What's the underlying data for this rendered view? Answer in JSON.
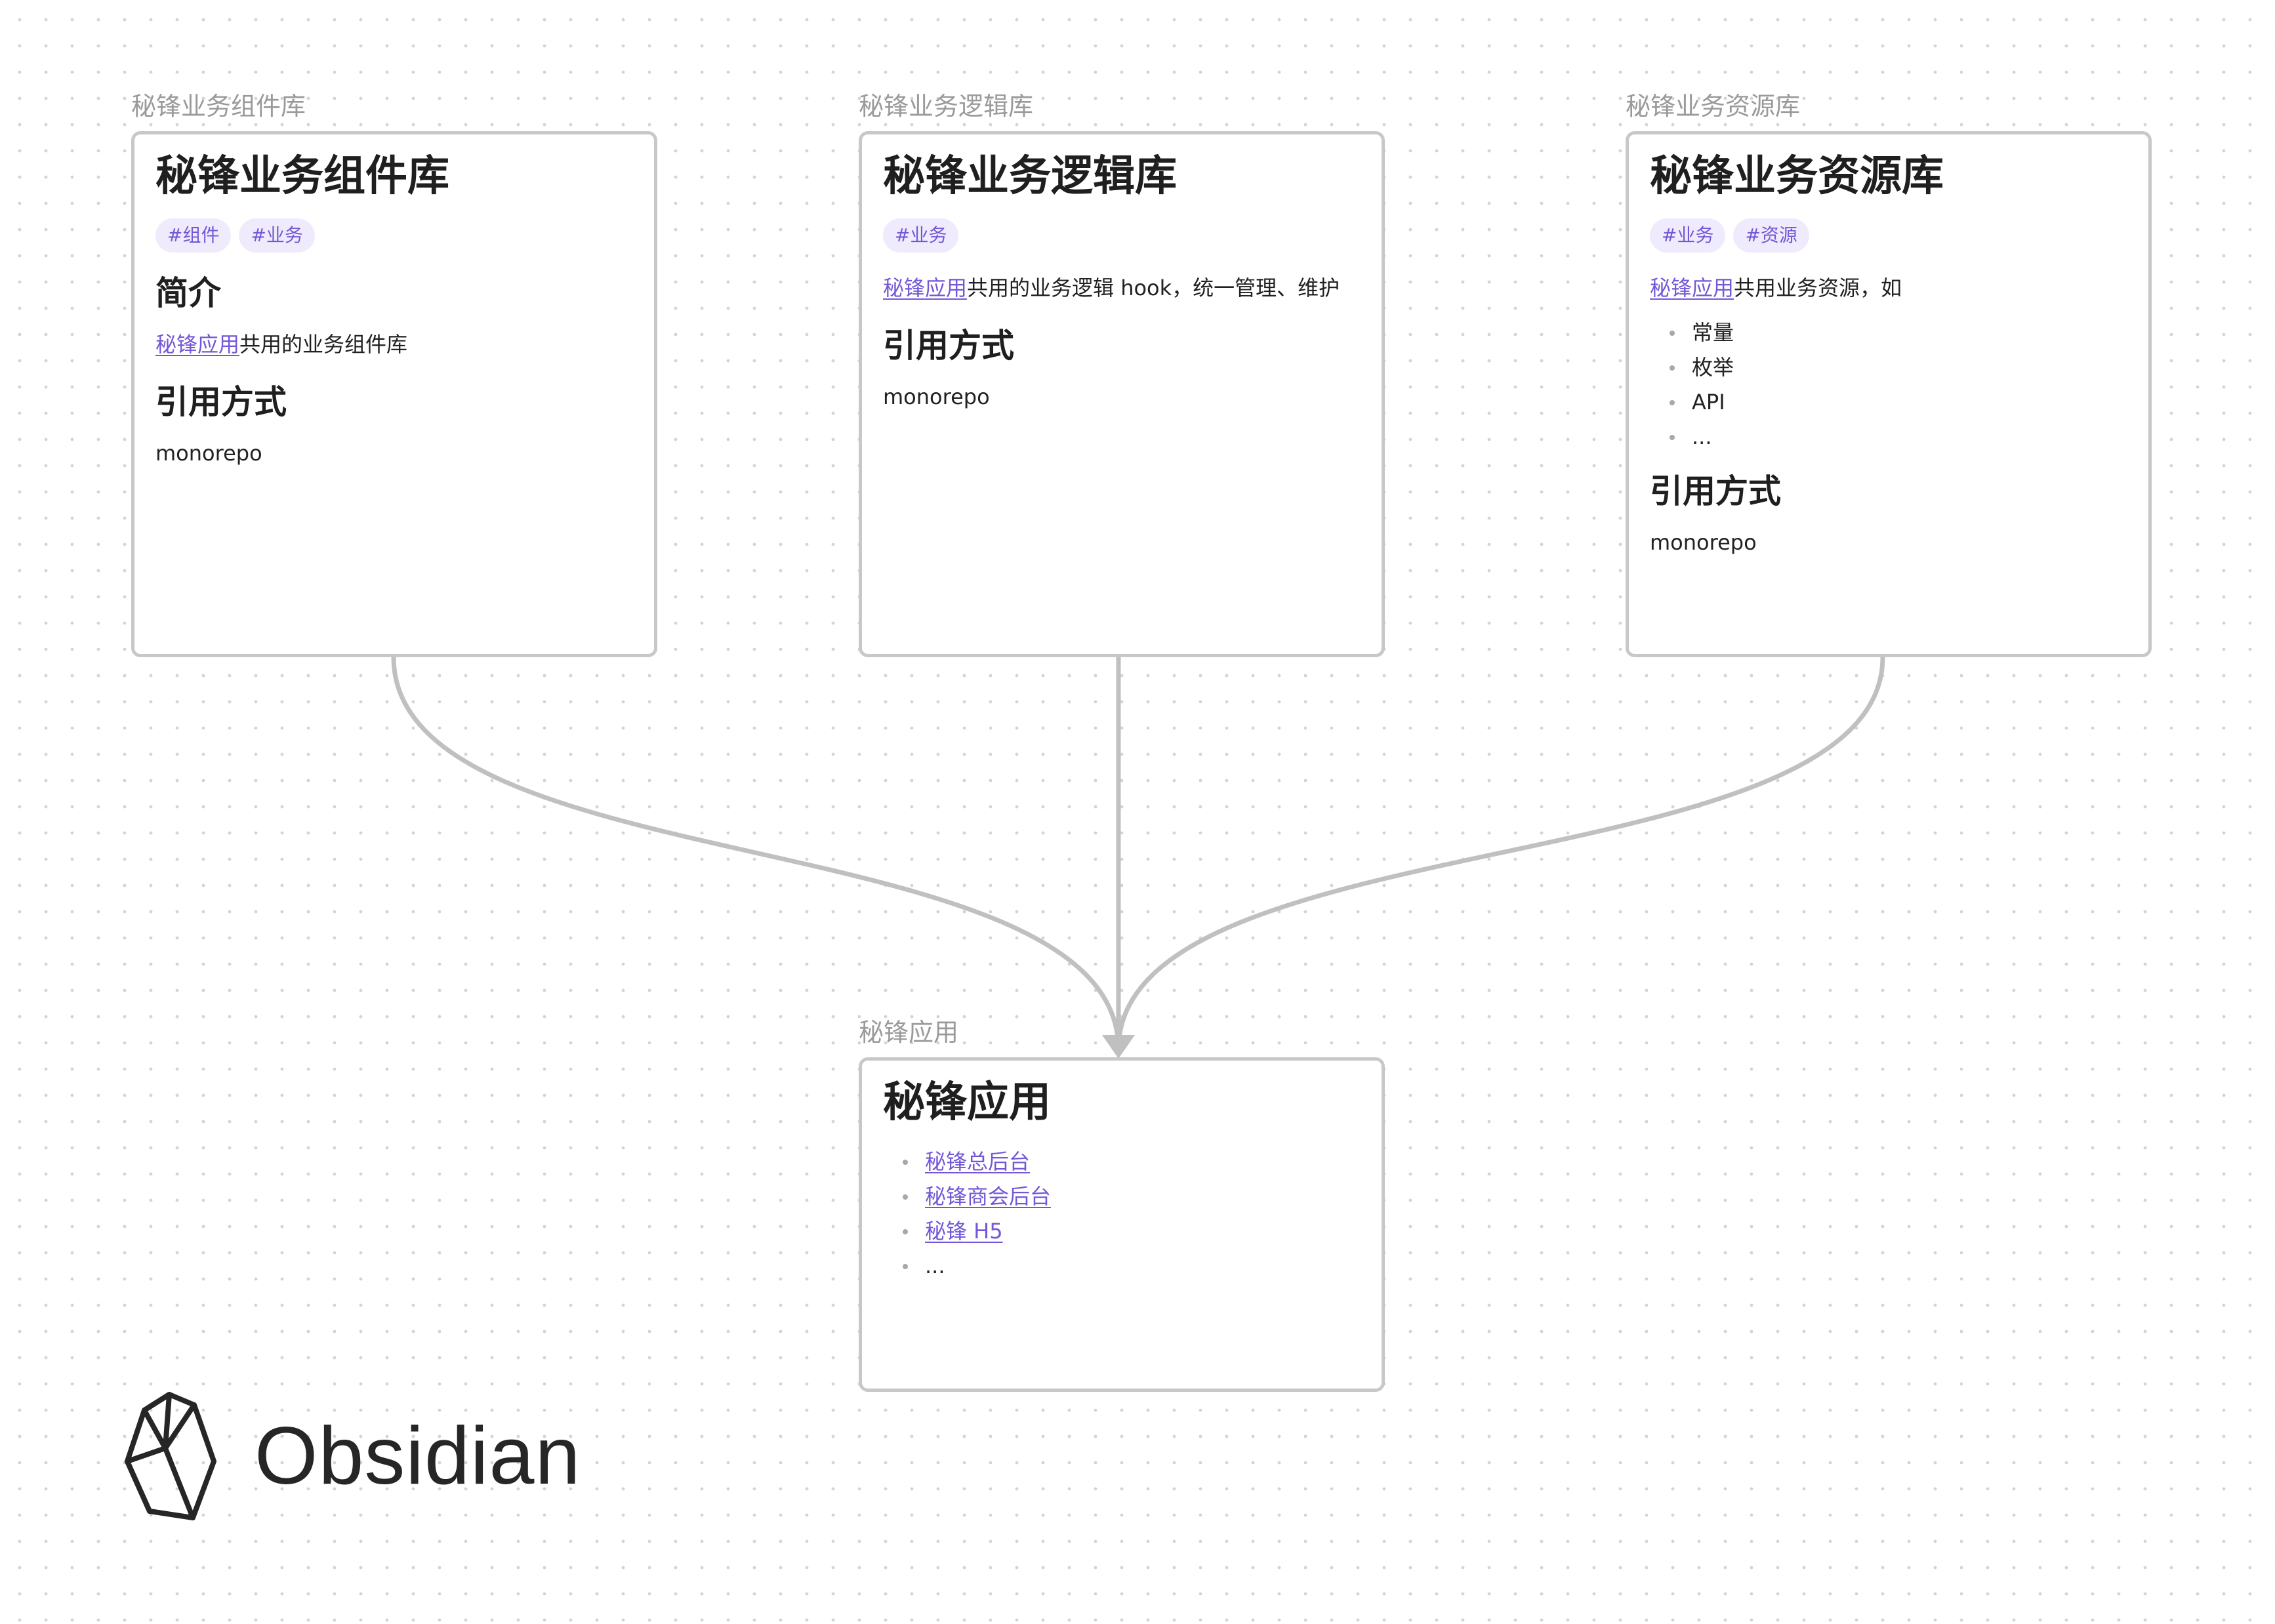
{
  "canvas": {
    "background": "#ffffff",
    "grid_dot_color": "#d4d4d4",
    "edge_color": "#c0c0c0",
    "accent_color": "#7357d6"
  },
  "nodes": {
    "components": {
      "label": "秘锋业务组件库",
      "title": "秘锋业务组件库",
      "tags": [
        "#组件",
        "#业务"
      ],
      "intro_heading": "简介",
      "desc_link": "秘锋应用",
      "desc_text": "共用的业务组件库",
      "usage_heading": "引用方式",
      "usage_text": "monorepo"
    },
    "logic": {
      "label": "秘锋业务逻辑库",
      "title": "秘锋业务逻辑库",
      "tags": [
        "#业务"
      ],
      "desc_link": "秘锋应用",
      "desc_text": "共用的业务逻辑 hook，统一管理、维护",
      "usage_heading": "引用方式",
      "usage_text": "monorepo"
    },
    "resources": {
      "label": "秘锋业务资源库",
      "title": "秘锋业务资源库",
      "tags": [
        "#业务",
        "#资源"
      ],
      "desc_link": "秘锋应用",
      "desc_text": "共用业务资源，如",
      "items": [
        "常量",
        "枚举",
        "API",
        "..."
      ],
      "usage_heading": "引用方式",
      "usage_text": "monorepo"
    },
    "app": {
      "label": "秘锋应用",
      "title": "秘锋应用",
      "links": [
        "秘锋总后台",
        "秘锋商会后台",
        "秘锋 H5"
      ],
      "more": "..."
    }
  },
  "edges": [
    {
      "from": "components",
      "to": "app"
    },
    {
      "from": "logic",
      "to": "app"
    },
    {
      "from": "resources",
      "to": "app"
    }
  ],
  "brand": {
    "name": "Obsidian",
    "icon": "obsidian-logo-icon"
  }
}
